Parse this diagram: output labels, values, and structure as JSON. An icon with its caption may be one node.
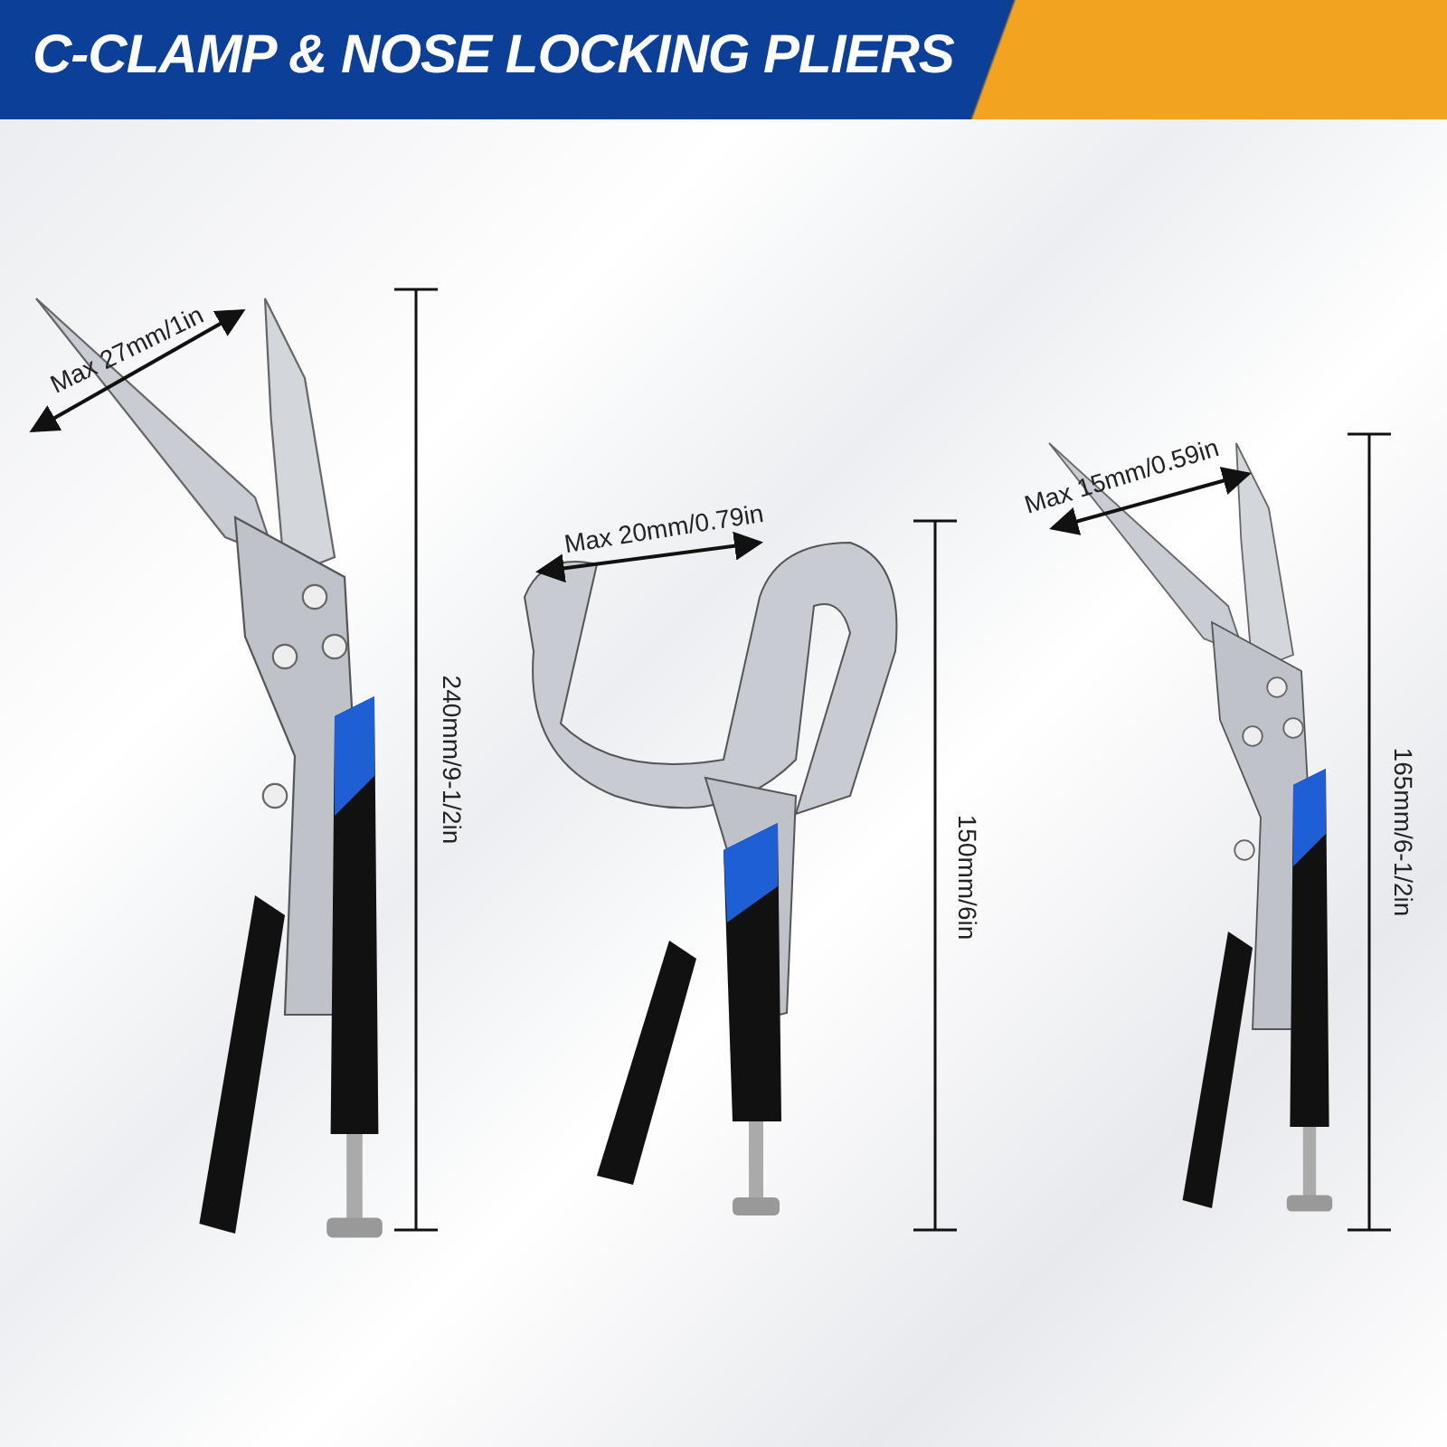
{
  "diagram": {
    "title": "C-CLAMP & NOSE LOCKING PLIERS",
    "labels": [
      "Max 27mm/1in",
      "240mm/9-1/2in",
      "Max 20mm/0.79in",
      "150mm/6in",
      "Max 15mm/0.59in",
      "165mm/6-1/2in"
    ]
  }
}
